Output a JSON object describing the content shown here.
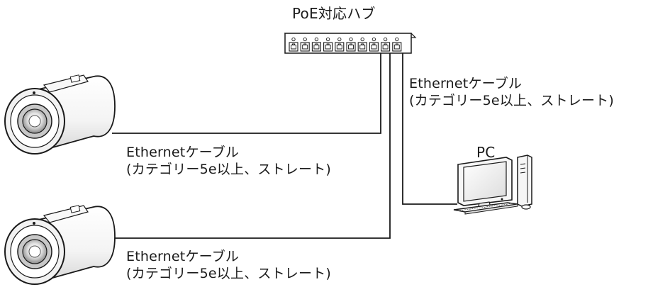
{
  "hub": {
    "label": "PoE対応ハブ",
    "port_count": 10
  },
  "pc": {
    "label": "PC"
  },
  "cables": [
    {
      "name": "Ethernetケーブル",
      "spec": "(カテゴリー5e以上、ストレート)"
    },
    {
      "name": "Ethernetケーブル",
      "spec": "(カテゴリー5e以上、ストレート)"
    },
    {
      "name": "Ethernetケーブル",
      "spec": "(カテゴリー5e以上、ストレート)"
    }
  ],
  "icons": [
    "poe-hub-icon",
    "network-camera-icon",
    "network-camera-icon",
    "desktop-pc-icon",
    "ethernet-cable-icon"
  ]
}
